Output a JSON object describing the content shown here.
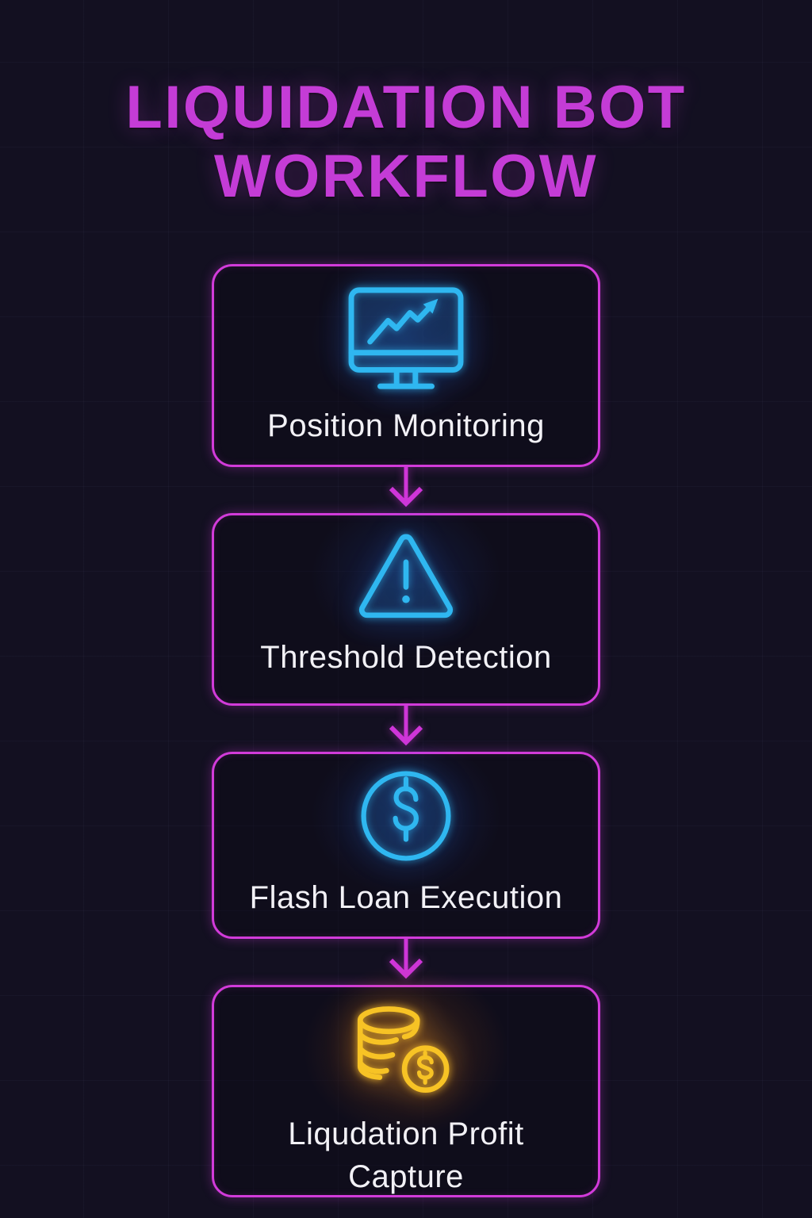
{
  "title": {
    "line1": "LIQUIDATION BOT",
    "line2": "WORKFLOW"
  },
  "steps": [
    {
      "label": "Position Monitoring",
      "icon": "monitor-trend-chart-icon",
      "icon_color": "#2fb7f0"
    },
    {
      "label": "Threshold Detection",
      "icon": "warning-triangle-icon",
      "icon_color": "#2fb7f0"
    },
    {
      "label": "Flash Loan Execution",
      "icon": "dollar-circle-icon",
      "icon_color": "#2fb7f0"
    },
    {
      "label": "Liqudation Profit Capture",
      "icon": "coin-stack-dollar-icon",
      "icon_color": "#f7c325"
    }
  ],
  "connectors": {
    "count": 3,
    "direction": "down",
    "color": "#cf35d8"
  },
  "colors": {
    "background": "#131021",
    "box_border": "#d23bda",
    "title_text": "#c43cd6",
    "step_label_text": "#f2f1f6",
    "icon_cyan": "#2fb7f0",
    "icon_gold": "#f7c325"
  }
}
